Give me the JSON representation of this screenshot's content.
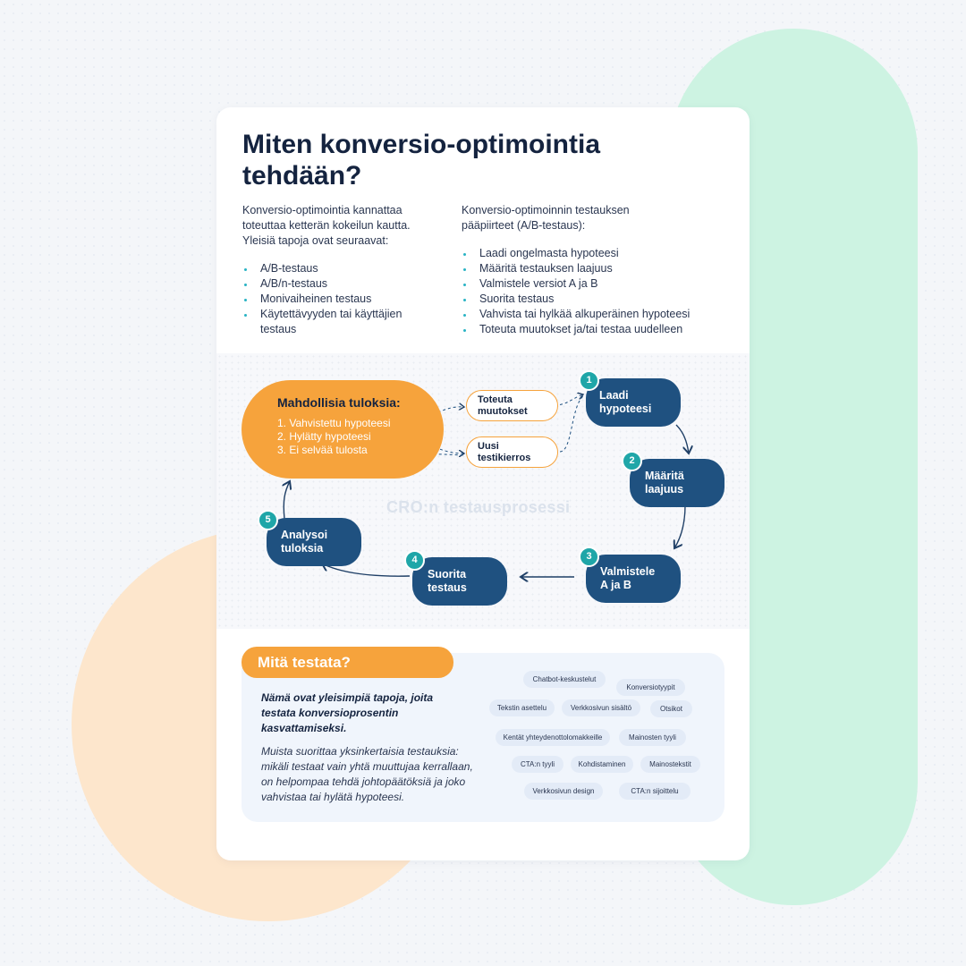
{
  "title": "Miten konversio-optimointia tehdään?",
  "left_column": {
    "intro": "Konversio-optimointia kannattaa toteuttaa ketterän kokeilun kautta. Yleisiä tapoja ovat seuraavat:",
    "items": [
      "A/B-testaus",
      "A/B/n-testaus",
      "Monivaiheinen testaus",
      "Käytettävyyden tai käyttäjien testaus"
    ]
  },
  "right_column": {
    "intro": "Konversio-optimoinnin testauksen pääpiirteet (A/B-testaus):",
    "items": [
      "Laadi ongelmasta hypoteesi",
      "Määritä testauksen laajuus",
      "Valmistele versiot A ja B",
      "Suorita testaus",
      "Vahvista tai hylkää alkuperäinen hypoteesi",
      "Toteuta muutokset ja/tai testaa uudelleen"
    ]
  },
  "process": {
    "watermark": "CRO:n testausprosessi",
    "results": {
      "title": "Mahdollisia tuloksia:",
      "items": [
        "1. Vahvistettu hypoteesi",
        "2. Hylätty hypoteesi",
        "3. Ei selvää tulosta"
      ]
    },
    "outcomes": [
      {
        "line1": "Toteuta",
        "line2": "muutokset"
      },
      {
        "line1": "Uusi",
        "line2": "testikierros"
      }
    ],
    "steps": [
      {
        "number": "1",
        "line1": "Laadi",
        "line2": "hypoteesi"
      },
      {
        "number": "2",
        "line1": "Määritä",
        "line2": "laajuus"
      },
      {
        "number": "3",
        "line1": "Valmistele",
        "line2": "A ja B"
      },
      {
        "number": "4",
        "line1": "Suorita",
        "line2": "testaus"
      },
      {
        "number": "5",
        "line1": "Analysoi",
        "line2": "tuloksia"
      }
    ]
  },
  "what_to_test": {
    "header": "Mitä testata?",
    "lead": "Nämä ovat yleisimpiä tapoja, joita testata konversioprosentin kasvattamiseksi.",
    "body": "Muista suorittaa yksinkertaisia testauksia: mikäli testaat vain yhtä muuttujaa kerrallaan, on helpompaa tehdä johtopäätöksiä ja joko vahvistaa tai hylätä hypoteesi.",
    "chips": [
      "Chatbot-keskustelut",
      "Konversiotyypit",
      "Tekstin asettelu",
      "Verkkosivun sisältö",
      "Otsikot",
      "Kentät yhteydenottolomakkeille",
      "Mainosten tyyli",
      "CTA:n tyyli",
      "Kohdistaminen",
      "Mainostekstit",
      "Verkkosivun design",
      "CTA:n sijoittelu"
    ]
  }
}
